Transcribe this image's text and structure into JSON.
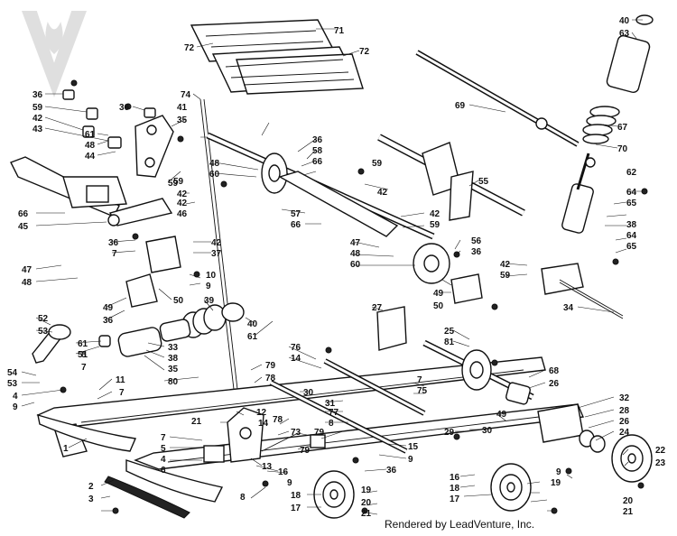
{
  "footer": "Rendered by LeadVenture, Inc.",
  "watermark": "LEADVENTURE",
  "callouts": [
    {
      "id": "c-71",
      "text": "71"
    },
    {
      "id": "c-72a",
      "text": "72"
    },
    {
      "id": "c-72b",
      "text": "72"
    },
    {
      "id": "c-40a",
      "text": "40"
    },
    {
      "id": "c-63",
      "text": "63"
    },
    {
      "id": "c-69",
      "text": "69"
    },
    {
      "id": "c-67",
      "text": "67"
    },
    {
      "id": "c-70",
      "text": "70"
    },
    {
      "id": "c-36a",
      "text": "36"
    },
    {
      "id": "c-59a",
      "text": "59"
    },
    {
      "id": "c-42a",
      "text": "42"
    },
    {
      "id": "c-43",
      "text": "43"
    },
    {
      "id": "c-36b",
      "text": "36"
    },
    {
      "id": "c-74",
      "text": "74"
    },
    {
      "id": "c-41",
      "text": "41"
    },
    {
      "id": "c-35a",
      "text": "35"
    },
    {
      "id": "c-61a",
      "text": "61"
    },
    {
      "id": "c-48a",
      "text": "48"
    },
    {
      "id": "c-44",
      "text": "44"
    },
    {
      "id": "c-59b",
      "text": "59"
    },
    {
      "id": "c-42b",
      "text": "42"
    },
    {
      "id": "c-36c",
      "text": "36"
    },
    {
      "id": "c-58",
      "text": "58"
    },
    {
      "id": "c-66a",
      "text": "66"
    },
    {
      "id": "c-59c",
      "text": "59"
    },
    {
      "id": "c-62",
      "text": "62"
    },
    {
      "id": "c-48b",
      "text": "48"
    },
    {
      "id": "c-60a",
      "text": "60"
    },
    {
      "id": "c-42c",
      "text": "42"
    },
    {
      "id": "c-55",
      "text": "55"
    },
    {
      "id": "c-64a",
      "text": "64"
    },
    {
      "id": "c-65a",
      "text": "65"
    },
    {
      "id": "c-38a",
      "text": "38"
    },
    {
      "id": "c-59d",
      "text": "59"
    },
    {
      "id": "c-42d",
      "text": "42"
    },
    {
      "id": "c-46",
      "text": "46"
    },
    {
      "id": "c-66b",
      "text": "66"
    },
    {
      "id": "c-45",
      "text": "45"
    },
    {
      "id": "c-57",
      "text": "57"
    },
    {
      "id": "c-66c",
      "text": "66"
    },
    {
      "id": "c-42e",
      "text": "42"
    },
    {
      "id": "c-59e",
      "text": "59"
    },
    {
      "id": "c-64b",
      "text": "64"
    },
    {
      "id": "c-65b",
      "text": "65"
    },
    {
      "id": "c-36d",
      "text": "36"
    },
    {
      "id": "c-7a",
      "text": "7"
    },
    {
      "id": "c-42f",
      "text": "42"
    },
    {
      "id": "c-37",
      "text": "37"
    },
    {
      "id": "c-47a",
      "text": "47"
    },
    {
      "id": "c-48c",
      "text": "48"
    },
    {
      "id": "c-60b",
      "text": "60"
    },
    {
      "id": "c-56",
      "text": "56"
    },
    {
      "id": "c-36e",
      "text": "36"
    },
    {
      "id": "c-47b",
      "text": "47"
    },
    {
      "id": "c-48d",
      "text": "48"
    },
    {
      "id": "c-10",
      "text": "10"
    },
    {
      "id": "c-9a",
      "text": "9"
    },
    {
      "id": "c-42g",
      "text": "42"
    },
    {
      "id": "c-59f",
      "text": "59"
    },
    {
      "id": "c-49a",
      "text": "49"
    },
    {
      "id": "c-36f",
      "text": "36"
    },
    {
      "id": "c-50a",
      "text": "50"
    },
    {
      "id": "c-39",
      "text": "39"
    },
    {
      "id": "c-49b",
      "text": "49"
    },
    {
      "id": "c-50b",
      "text": "50"
    },
    {
      "id": "c-34",
      "text": "34"
    },
    {
      "id": "c-27",
      "text": "27"
    },
    {
      "id": "c-40b",
      "text": "40"
    },
    {
      "id": "c-61b",
      "text": "61"
    },
    {
      "id": "c-52",
      "text": "52"
    },
    {
      "id": "c-53a",
      "text": "53"
    },
    {
      "id": "c-25",
      "text": "25"
    },
    {
      "id": "c-81",
      "text": "81"
    },
    {
      "id": "c-61c",
      "text": "61"
    },
    {
      "id": "c-8a",
      "text": "8"
    },
    {
      "id": "c-51",
      "text": "51"
    },
    {
      "id": "c-33",
      "text": "33"
    },
    {
      "id": "c-38b",
      "text": "38"
    },
    {
      "id": "c-35b",
      "text": "35"
    },
    {
      "id": "c-80",
      "text": "80"
    },
    {
      "id": "c-76",
      "text": "76"
    },
    {
      "id": "c-14a",
      "text": "14"
    },
    {
      "id": "c-7b",
      "text": "7"
    },
    {
      "id": "c-54",
      "text": "54"
    },
    {
      "id": "c-53b",
      "text": "53"
    },
    {
      "id": "c-4a",
      "text": "4"
    },
    {
      "id": "c-9b",
      "text": "9"
    },
    {
      "id": "c-11",
      "text": "11"
    },
    {
      "id": "c-7c",
      "text": "7"
    },
    {
      "id": "c-79a",
      "text": "79"
    },
    {
      "id": "c-78a",
      "text": "78"
    },
    {
      "id": "c-7d",
      "text": "7"
    },
    {
      "id": "c-75",
      "text": "75"
    },
    {
      "id": "c-68",
      "text": "68"
    },
    {
      "id": "c-26a",
      "text": "26"
    },
    {
      "id": "c-32",
      "text": "32"
    },
    {
      "id": "c-28",
      "text": "28"
    },
    {
      "id": "c-26b",
      "text": "26"
    },
    {
      "id": "c-24",
      "text": "24"
    },
    {
      "id": "c-30a",
      "text": "30"
    },
    {
      "id": "c-31",
      "text": "31"
    },
    {
      "id": "c-12",
      "text": "12"
    },
    {
      "id": "c-14b",
      "text": "14"
    },
    {
      "id": "c-21a",
      "text": "21"
    },
    {
      "id": "c-78b",
      "text": "78"
    },
    {
      "id": "c-77",
      "text": "77"
    },
    {
      "id": "c-8b",
      "text": "8"
    },
    {
      "id": "c-79b",
      "text": "79"
    },
    {
      "id": "c-73",
      "text": "73"
    },
    {
      "id": "c-29",
      "text": "29"
    },
    {
      "id": "c-30b",
      "text": "30"
    },
    {
      "id": "c-49c",
      "text": "49"
    },
    {
      "id": "c-7e",
      "text": "7"
    },
    {
      "id": "c-5",
      "text": "5"
    },
    {
      "id": "c-4b",
      "text": "4"
    },
    {
      "id": "c-6",
      "text": "6"
    },
    {
      "id": "c-1",
      "text": "1"
    },
    {
      "id": "c-15",
      "text": "15"
    },
    {
      "id": "c-9c",
      "text": "9"
    },
    {
      "id": "c-79c",
      "text": "79"
    },
    {
      "id": "c-13",
      "text": "13"
    },
    {
      "id": "c-16a",
      "text": "16"
    },
    {
      "id": "c-9d",
      "text": "9"
    },
    {
      "id": "c-36g",
      "text": "36"
    },
    {
      "id": "c-16b",
      "text": "16"
    },
    {
      "id": "c-22",
      "text": "22"
    },
    {
      "id": "c-23",
      "text": "23"
    },
    {
      "id": "c-18a",
      "text": "18"
    },
    {
      "id": "c-18b",
      "text": "18"
    },
    {
      "id": "c-19a",
      "text": "19"
    },
    {
      "id": "c-19b",
      "text": "19"
    },
    {
      "id": "c-2",
      "text": "2"
    },
    {
      "id": "c-3",
      "text": "3"
    },
    {
      "id": "c-8c",
      "text": "8"
    },
    {
      "id": "c-17a",
      "text": "17"
    },
    {
      "id": "c-17b",
      "text": "17"
    },
    {
      "id": "c-20a",
      "text": "20"
    },
    {
      "id": "c-20b",
      "text": "20"
    },
    {
      "id": "c-21b",
      "text": "21"
    },
    {
      "id": "c-21c",
      "text": "21"
    },
    {
      "id": "c-9e",
      "text": "9"
    }
  ]
}
